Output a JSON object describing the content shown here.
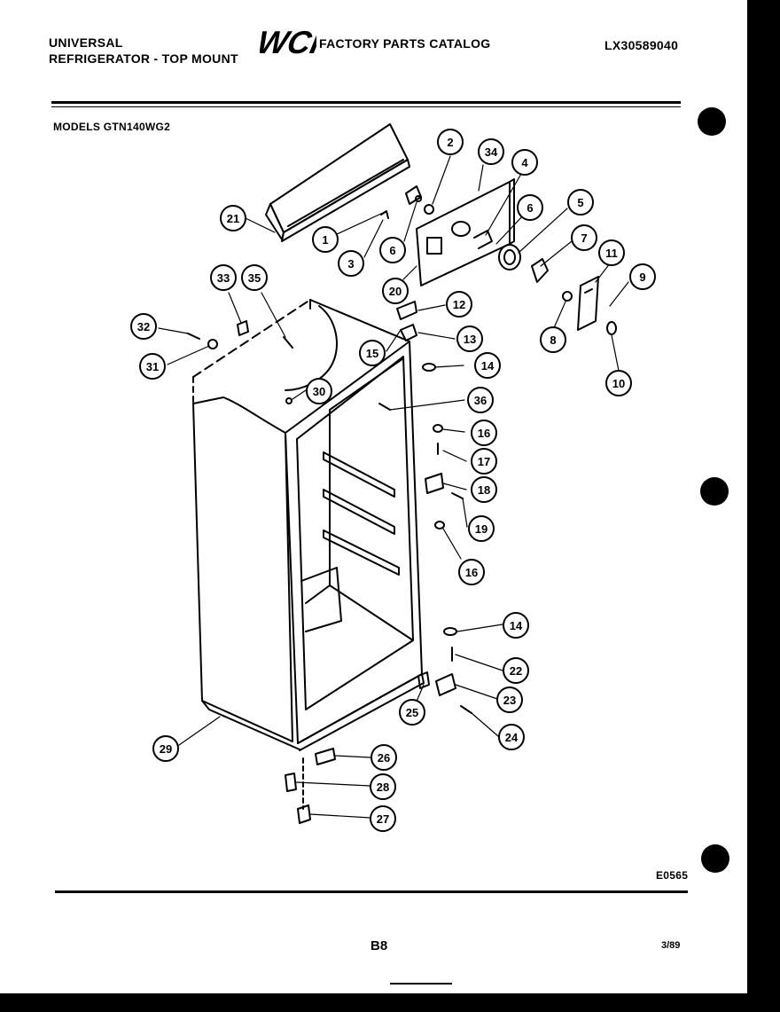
{
  "header": {
    "brand_line1": "UNIVERSAL",
    "brand_line2": "REFRIGERATOR - TOP MOUNT",
    "logo_text": "WCI",
    "catalog_title": "FACTORY PARTS CATALOG",
    "catalog_number": "LX30589040"
  },
  "models_label": "MODELS GTN140WG2",
  "diagram": {
    "drawing_code": "E0565",
    "callouts": [
      "1",
      "2",
      "3",
      "4",
      "5",
      "6",
      "6",
      "7",
      "8",
      "9",
      "10",
      "11",
      "12",
      "13",
      "14",
      "14",
      "15",
      "16",
      "16",
      "17",
      "18",
      "19",
      "20",
      "21",
      "22",
      "23",
      "24",
      "25",
      "26",
      "27",
      "28",
      "29",
      "30",
      "31",
      "32",
      "33",
      "34",
      "35",
      "36"
    ]
  },
  "footer": {
    "page_code": "B8",
    "date": "3/89"
  }
}
